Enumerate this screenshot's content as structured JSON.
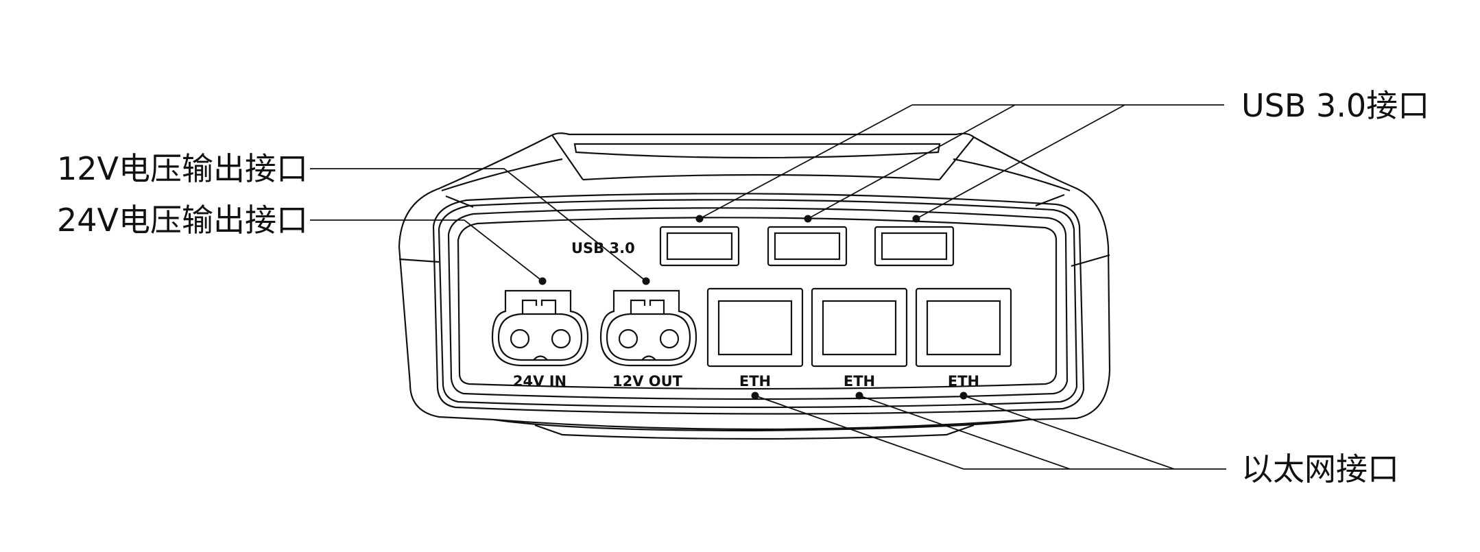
{
  "callouts": {
    "left_top": "12V电压输出接口",
    "left_bottom": "24V电压输出接口",
    "right_top": "USB 3.0接口",
    "right_bottom": "以太网接口"
  },
  "panel_labels": {
    "usb": "USB 3.0",
    "power_in": "24V IN",
    "power_out": "12V OUT",
    "eth_1": "ETH",
    "eth_2": "ETH",
    "eth_3": "ETH"
  },
  "colors": {
    "ink": "#111111",
    "background": "#ffffff"
  }
}
